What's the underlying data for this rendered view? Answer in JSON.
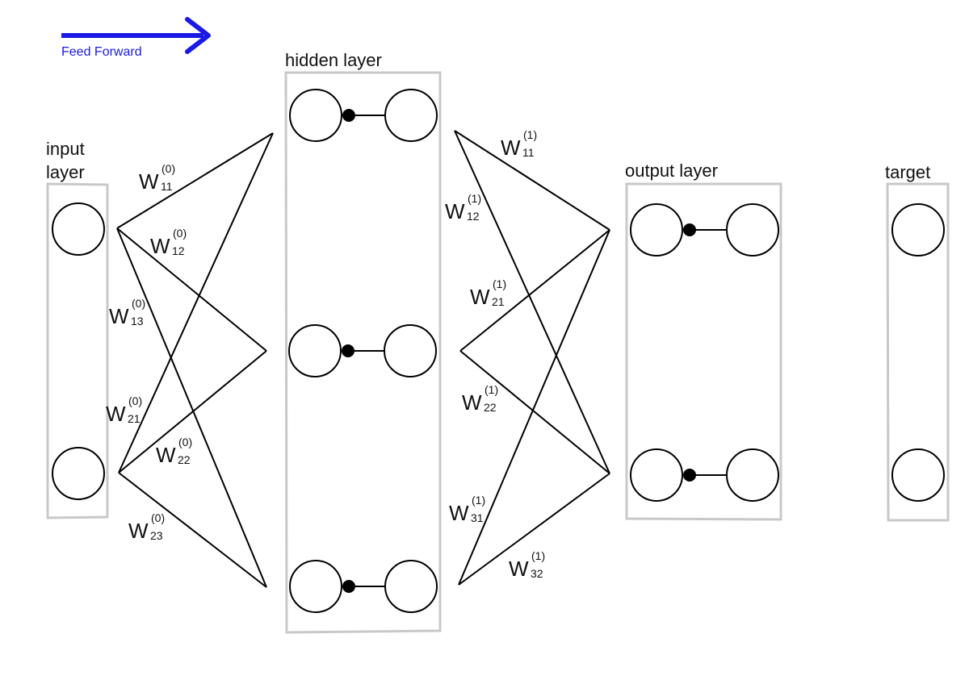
{
  "legend": {
    "feed_forward": "Feed Forward",
    "arrow_color": "#1a1ae6"
  },
  "layers": {
    "input_line1": "input",
    "input_line2": "layer",
    "hidden": "hidden layer",
    "output": "output layer",
    "target": "target"
  },
  "weights_layer0": [
    {
      "main": "W",
      "sup": "(0)",
      "sub": "11"
    },
    {
      "main": "W",
      "sup": "(0)",
      "sub": "12"
    },
    {
      "main": "W",
      "sup": "(0)",
      "sub": "13"
    },
    {
      "main": "W",
      "sup": "(0)",
      "sub": "21"
    },
    {
      "main": "W",
      "sup": "(0)",
      "sub": "22"
    },
    {
      "main": "W",
      "sup": "(0)",
      "sub": "23"
    }
  ],
  "weights_layer1": [
    {
      "main": "W",
      "sup": "(1)",
      "sub": "11"
    },
    {
      "main": "W",
      "sup": "(1)",
      "sub": "12"
    },
    {
      "main": "W",
      "sup": "(1)",
      "sub": "21"
    },
    {
      "main": "W",
      "sup": "(1)",
      "sub": "22"
    },
    {
      "main": "W",
      "sup": "(1)",
      "sub": "31"
    },
    {
      "main": "W",
      "sup": "(1)",
      "sub": "32"
    }
  ]
}
